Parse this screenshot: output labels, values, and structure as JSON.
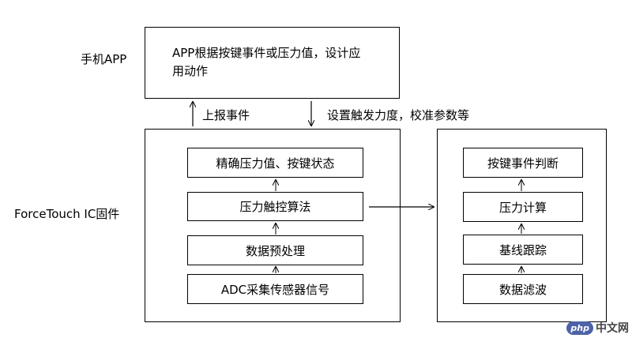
{
  "labels": {
    "phone_app": "手机APP",
    "firmware": "ForceTouch IC固件",
    "report_event": "上报事件",
    "settings": "设置触发力度，校准参数等"
  },
  "app_box": {
    "line1": "APP根据按键事件或压力值，设计应",
    "line2": "用动作"
  },
  "firmware_stack": {
    "top": "精确压力值、按键状态",
    "algorithm": "压力触控算法",
    "preprocess": "数据预处理",
    "adc": "ADC采集传感器信号"
  },
  "algorithm_stack": {
    "judge": "按键事件判断",
    "pressure_calc": "压力计算",
    "baseline": "基线跟踪",
    "filter": "数据滤波"
  },
  "watermark": {
    "badge": "php",
    "text": "中文网"
  }
}
